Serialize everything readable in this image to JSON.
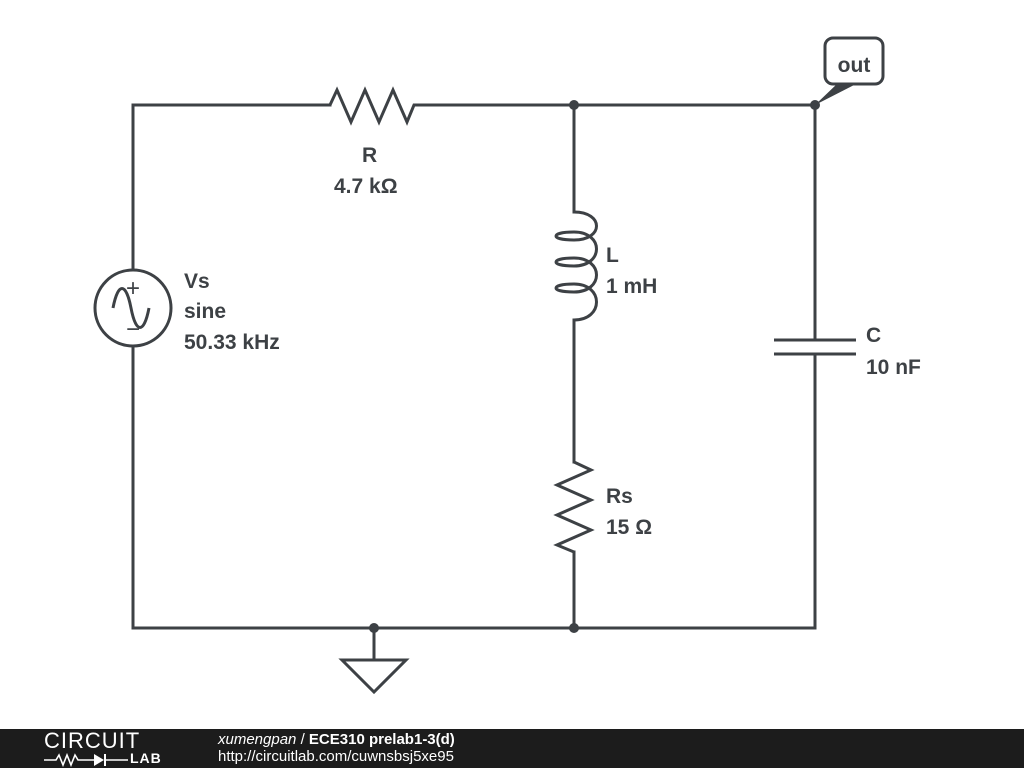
{
  "circuit": {
    "resistor": {
      "name": "R",
      "value": "4.7 kΩ"
    },
    "source": {
      "name": "Vs",
      "type": "sine",
      "frequency": "50.33 kHz",
      "plus": "+",
      "minus": "−"
    },
    "inductor": {
      "name": "L",
      "value": "1 mH"
    },
    "sense_resistor": {
      "name": "Rs",
      "value": "15 Ω"
    },
    "capacitor": {
      "name": "C",
      "value": "10 nF"
    },
    "output_label": "out"
  },
  "footer": {
    "brand_top": "CIRCUIT",
    "brand_bottom": "LAB",
    "author": "xumengpan",
    "separator": "/",
    "title": "ECE310 prelab1-3(d)",
    "url": "http://circuitlab.com/cuwnsbsj5xe95"
  },
  "colors": {
    "ink": "#3d4145",
    "footer_bg": "#1c1c1c",
    "footer_text": "#ffffff"
  }
}
